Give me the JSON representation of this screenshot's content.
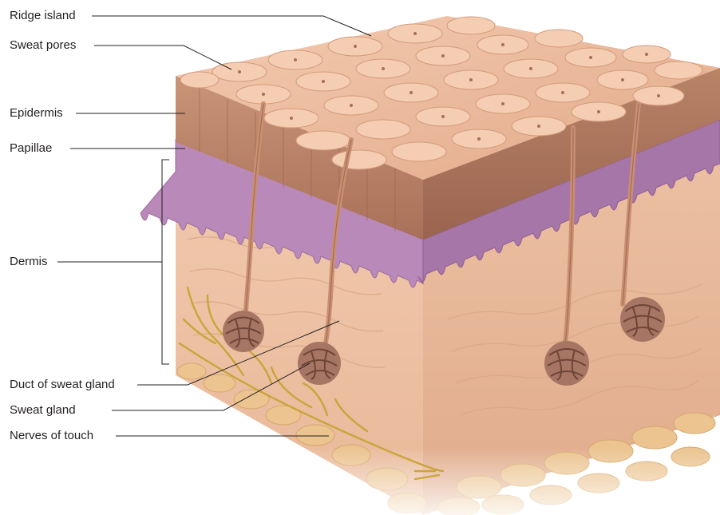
{
  "labels": {
    "ridge_island": "Ridge island",
    "sweat_pores": "Sweat pores",
    "epidermis": "Epidermis",
    "papillae": "Papillae",
    "dermis": "Dermis",
    "duct_of_sweat_gland": "Duct of sweat gland",
    "sweat_gland": "Sweat gland",
    "nerves_of_touch": "Nerves of touch"
  },
  "colors": {
    "label_text": "#231f20",
    "leader_line": "#231f20",
    "epidermis_top": "#e9b393",
    "epidermis_side": "#b57f62",
    "papillae": "#b27fb3",
    "dermis": "#efc3a8",
    "fat": "#e8c08a",
    "nerve": "#c9a53a",
    "gland": "#8b5a4c"
  }
}
